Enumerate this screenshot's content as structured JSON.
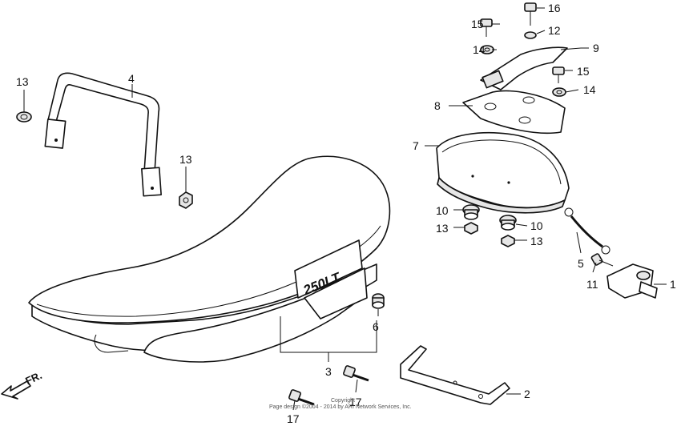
{
  "diagram": {
    "direction_label": "FR.",
    "copyright_line1": "Copyright",
    "copyright_line2": "Page design ©2004 - 2014 by ARI Network Services, Inc.",
    "seat_logo_text": "250LT",
    "callouts": {
      "c1": "1",
      "c2": "2",
      "c3": "3",
      "c4": "4",
      "c5": "5",
      "c6": "6",
      "c7": "7",
      "c8": "8",
      "c9": "9",
      "c10a": "10",
      "c10b": "10",
      "c11": "11",
      "c12": "12",
      "c13a": "13",
      "c13b": "13",
      "c13c": "13",
      "c13d": "13",
      "c14a": "14",
      "c14b": "14",
      "c15a": "15",
      "c15b": "15",
      "c16": "16",
      "c17a": "17",
      "c17b": "17"
    }
  }
}
